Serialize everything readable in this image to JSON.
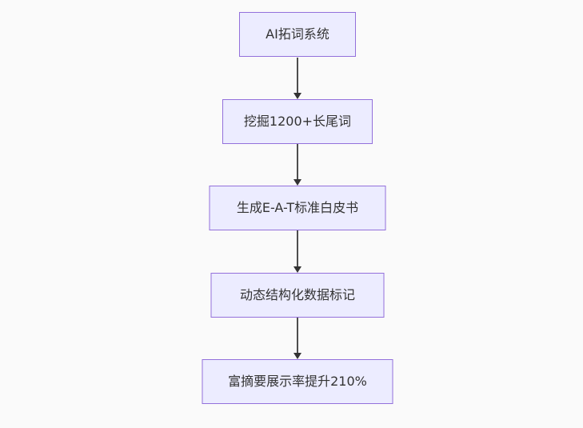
{
  "diagram": {
    "type": "flowchart",
    "direction": "top-down",
    "nodes": [
      {
        "id": "n1",
        "label": "AI拓词系统"
      },
      {
        "id": "n2",
        "label": "挖掘1200+长尾词"
      },
      {
        "id": "n3",
        "label": "生成E-A-T标准白皮书"
      },
      {
        "id": "n4",
        "label": "动态结构化数据标记"
      },
      {
        "id": "n5",
        "label": "富摘要展示率提升210%"
      }
    ],
    "edges": [
      {
        "from": "n1",
        "to": "n2",
        "style": "arrow"
      },
      {
        "from": "n2",
        "to": "n3",
        "style": "arrow"
      },
      {
        "from": "n3",
        "to": "n4",
        "style": "arrow"
      },
      {
        "from": "n4",
        "to": "n5",
        "style": "arrow"
      }
    ],
    "colors": {
      "background": "#fafafa",
      "node_fill": "#ECECFF",
      "node_border": "#9370DB",
      "edge": "#4d4d4d",
      "arrowhead": "#333333",
      "text": "#333333"
    }
  }
}
